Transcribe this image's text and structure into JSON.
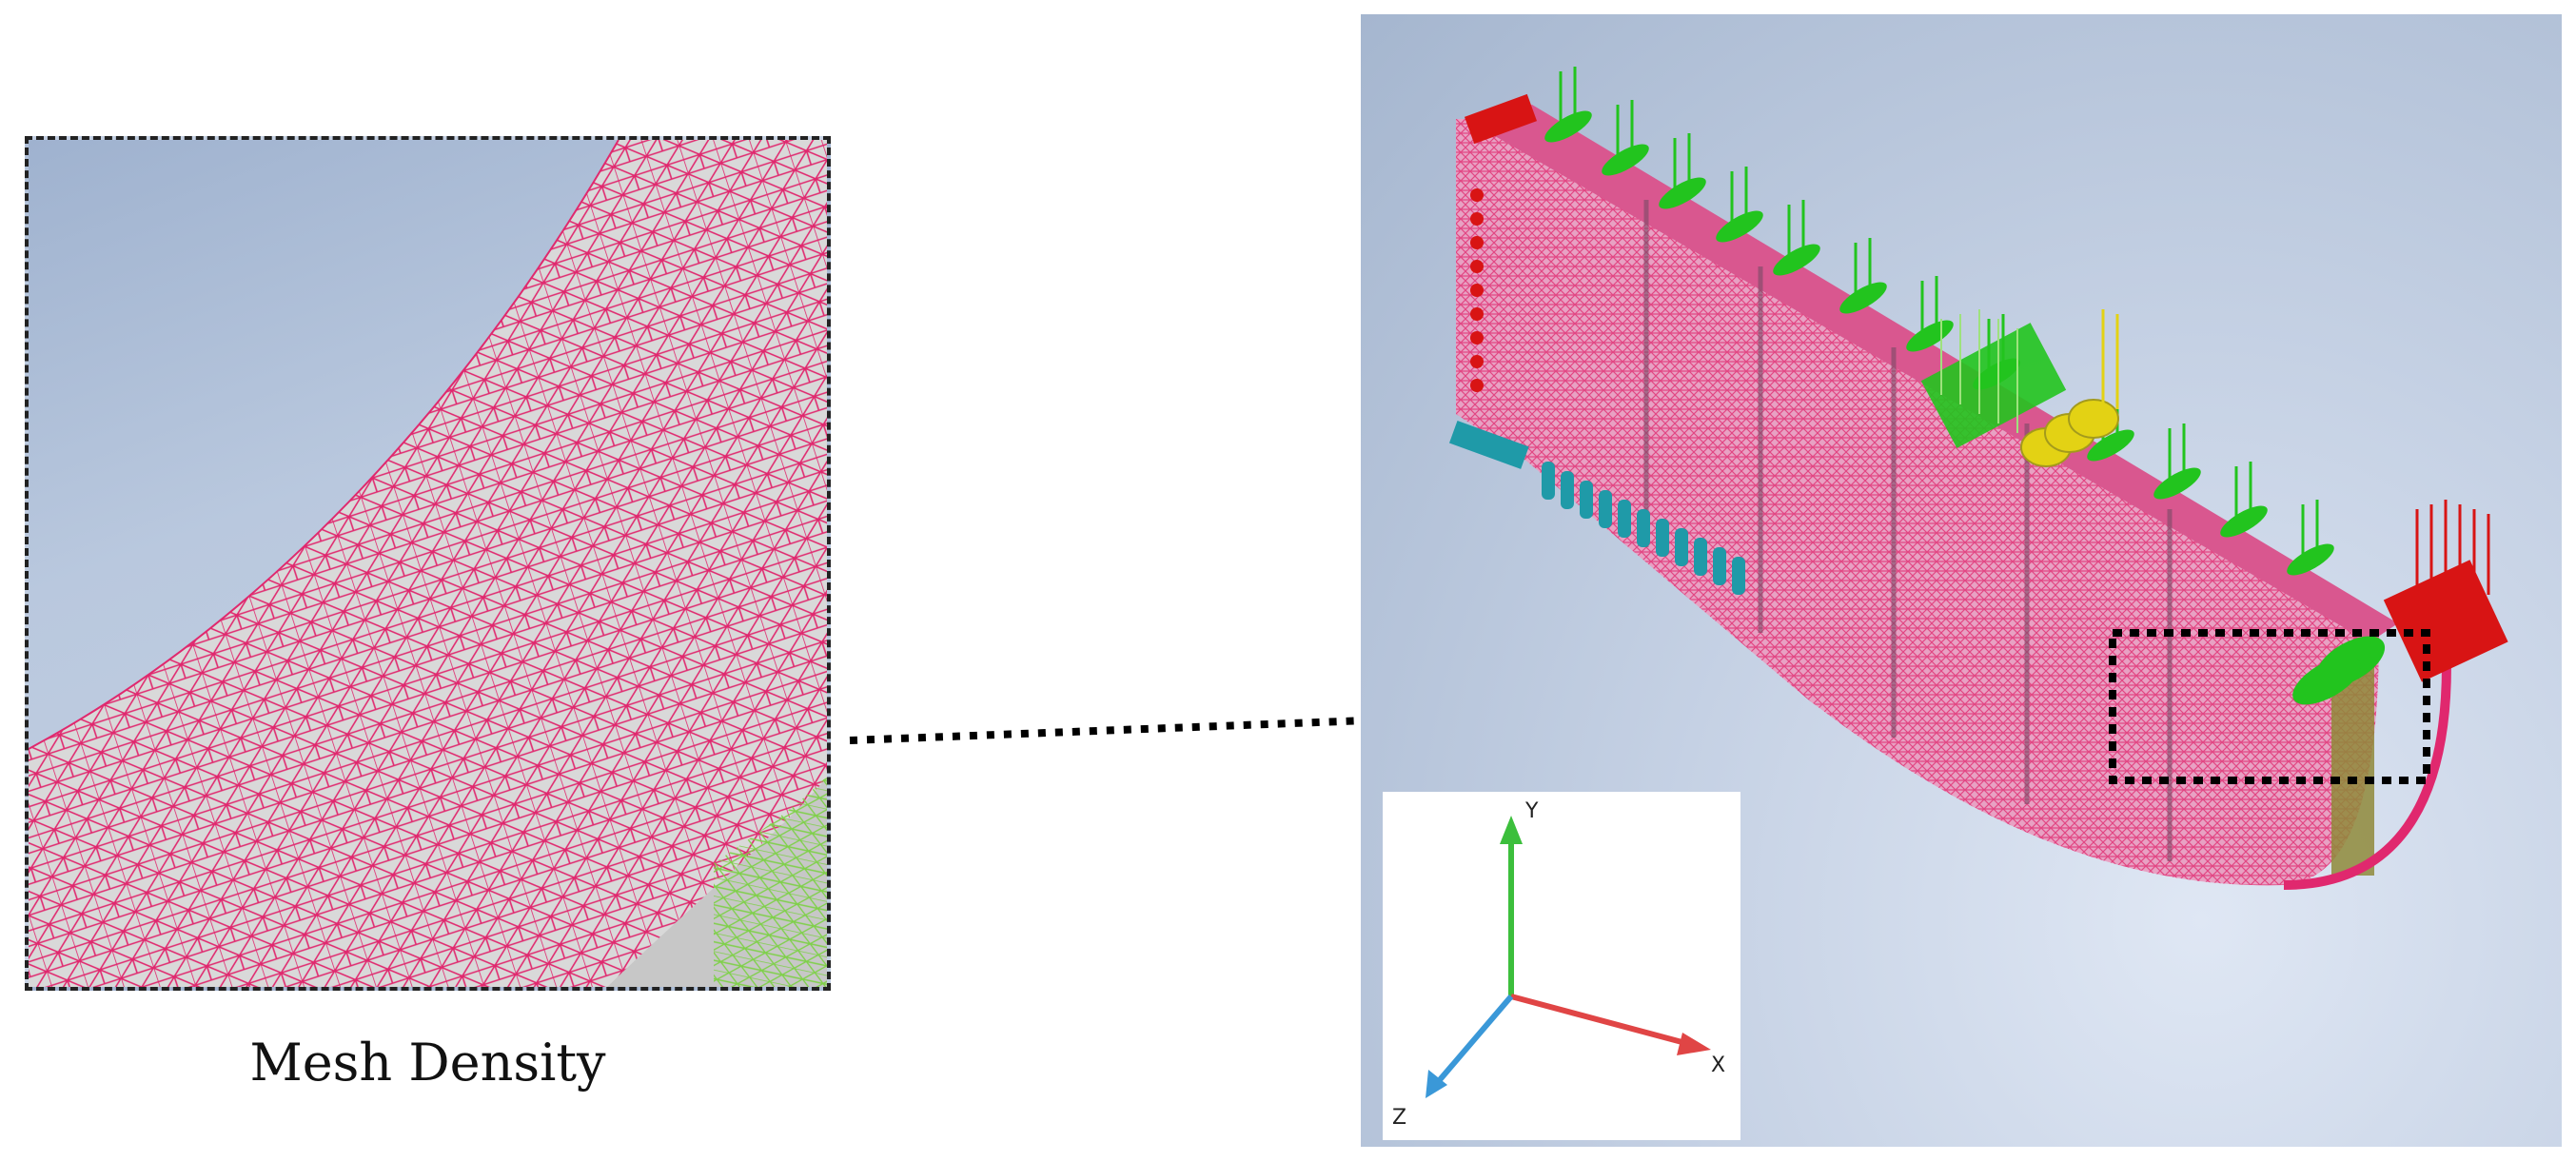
{
  "caption": "Mesh Density",
  "axes": {
    "x": "X",
    "y": "Y",
    "z": "Z"
  },
  "colors": {
    "mesh": "#e0286e",
    "load_arrows": "#22c41e",
    "fixed_constraint": "#d81414",
    "pin_constraint": "#1f9aa8",
    "highlight_load": "#e3d214",
    "axis_x": "#e04545",
    "axis_y": "#3cbf3c",
    "axis_z": "#3a98d8"
  }
}
